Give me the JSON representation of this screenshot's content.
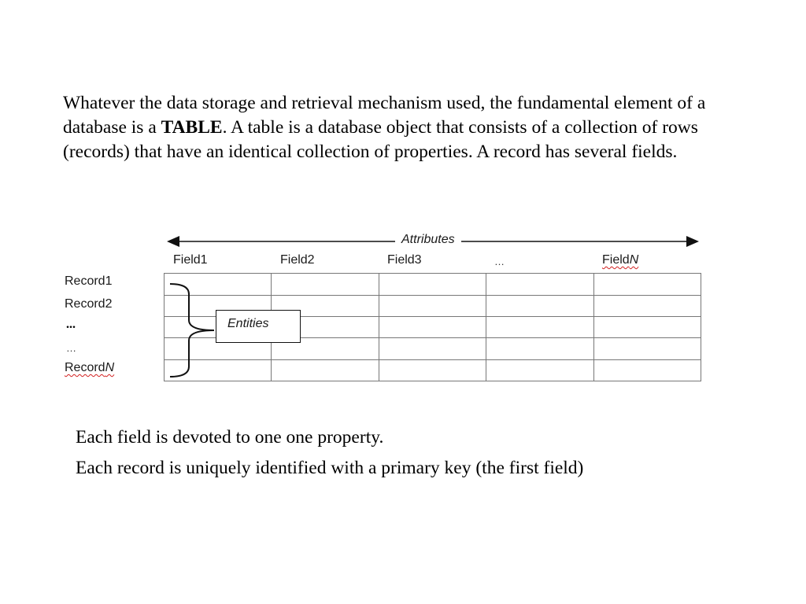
{
  "intro": {
    "before_bold": "Whatever the data storage and retrieval mechanism used, the fundamental element of a database is a ",
    "bold": "TABLE",
    "after_bold": ". A table is a database object that consists of a collection of rows (records) that have an identical collection of properties. A record has several fields."
  },
  "diagram": {
    "attributes_label": "Attributes",
    "fields": [
      "Field1",
      "Field2",
      "Field3",
      "…",
      "FieldN"
    ],
    "field_n_prefix": "Field",
    "field_n_suffix": "N",
    "records": [
      "Record1",
      "Record2",
      "...",
      "…",
      "RecordN"
    ],
    "record_n_prefix": "Record",
    "record_n_suffix": "N",
    "entities_label": "Entities"
  },
  "notes": [
    "Each field is devoted to one one property.",
    "Each record is uniquely identified with a primary key (the first field)"
  ]
}
